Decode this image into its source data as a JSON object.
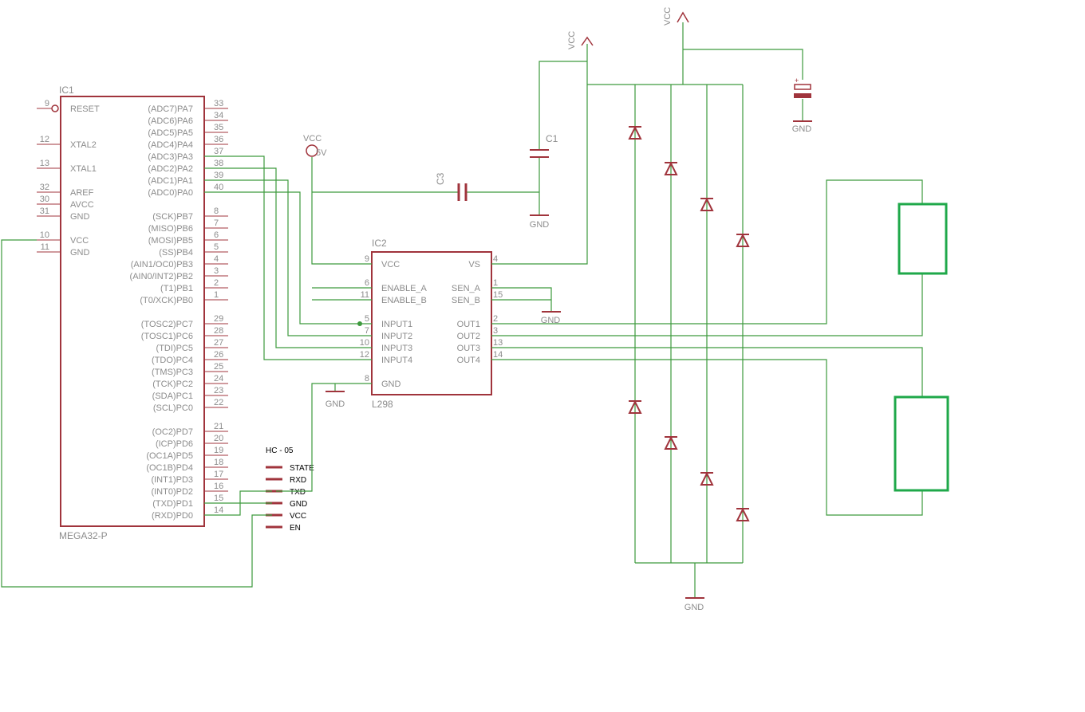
{
  "ic1": {
    "ref": "IC1",
    "value": "MEGA32-P",
    "left_pins": [
      {
        "num": "9",
        "name": "RESET"
      },
      {
        "num": "12",
        "name": "XTAL2"
      },
      {
        "num": "13",
        "name": "XTAL1"
      },
      {
        "num": "32",
        "name": "AREF"
      },
      {
        "num": "30",
        "name": "AVCC"
      },
      {
        "num": "31",
        "name": "GND"
      },
      {
        "num": "10",
        "name": "VCC"
      },
      {
        "num": "11",
        "name": "GND"
      }
    ],
    "right_pins": [
      {
        "num": "33",
        "name": "(ADC7)PA7"
      },
      {
        "num": "34",
        "name": "(ADC6)PA6"
      },
      {
        "num": "35",
        "name": "(ADC5)PA5"
      },
      {
        "num": "36",
        "name": "(ADC4)PA4"
      },
      {
        "num": "37",
        "name": "(ADC3)PA3"
      },
      {
        "num": "38",
        "name": "(ADC2)PA2"
      },
      {
        "num": "39",
        "name": "(ADC1)PA1"
      },
      {
        "num": "40",
        "name": "(ADC0)PA0"
      },
      {
        "num": "8",
        "name": "(SCK)PB7"
      },
      {
        "num": "7",
        "name": "(MISO)PB6"
      },
      {
        "num": "6",
        "name": "(MOSI)PB5"
      },
      {
        "num": "5",
        "name": "(SS)PB4"
      },
      {
        "num": "4",
        "name": "(AIN1/OC0)PB3"
      },
      {
        "num": "3",
        "name": "(AIN0/INT2)PB2"
      },
      {
        "num": "2",
        "name": "(T1)PB1"
      },
      {
        "num": "1",
        "name": "(T0/XCK)PB0"
      },
      {
        "num": "29",
        "name": "(TOSC2)PC7"
      },
      {
        "num": "28",
        "name": "(TOSC1)PC6"
      },
      {
        "num": "27",
        "name": "(TDI)PC5"
      },
      {
        "num": "26",
        "name": "(TDO)PC4"
      },
      {
        "num": "25",
        "name": "(TMS)PC3"
      },
      {
        "num": "24",
        "name": "(TCK)PC2"
      },
      {
        "num": "23",
        "name": "(SDA)PC1"
      },
      {
        "num": "22",
        "name": "(SCL)PC0"
      },
      {
        "num": "21",
        "name": "(OC2)PD7"
      },
      {
        "num": "20",
        "name": "(ICP)PD6"
      },
      {
        "num": "19",
        "name": "(OC1A)PD5"
      },
      {
        "num": "18",
        "name": "(OC1B)PD4"
      },
      {
        "num": "17",
        "name": "(INT1)PD3"
      },
      {
        "num": "16",
        "name": "(INT0)PD2"
      },
      {
        "num": "15",
        "name": "(TXD)PD1"
      },
      {
        "num": "14",
        "name": "(RXD)PD0"
      }
    ]
  },
  "ic2": {
    "ref": "IC2",
    "value": "L298",
    "left_pins": [
      {
        "num": "9",
        "name": "VCC"
      },
      {
        "num": "6",
        "name": "ENABLE_A"
      },
      {
        "num": "11",
        "name": "ENABLE_B"
      },
      {
        "num": "5",
        "name": "INPUT1"
      },
      {
        "num": "7",
        "name": "INPUT2"
      },
      {
        "num": "10",
        "name": "INPUT3"
      },
      {
        "num": "12",
        "name": "INPUT4"
      },
      {
        "num": "8",
        "name": "GND"
      }
    ],
    "right_pins": [
      {
        "num": "4",
        "name": "VS"
      },
      {
        "num": "1",
        "name": "SEN_A"
      },
      {
        "num": "15",
        "name": "SEN_B"
      },
      {
        "num": "2",
        "name": "OUT1"
      },
      {
        "num": "3",
        "name": "OUT2"
      },
      {
        "num": "13",
        "name": "OUT3"
      },
      {
        "num": "14",
        "name": "OUT4"
      }
    ]
  },
  "hc05": {
    "title": "HC - 05",
    "pins": [
      "STATE",
      "RXD",
      "TXD",
      "GND",
      "VCC",
      "EN"
    ]
  },
  "labels": {
    "vcc": "VCC",
    "gnd": "GND",
    "c1": "C1",
    "c3": "C3",
    "vcc_5v": "5V"
  },
  "colors": {
    "component": "#a0343c",
    "wire": "#3d9a3d",
    "load": "#1fa84a",
    "label": "#8c8c8c"
  }
}
